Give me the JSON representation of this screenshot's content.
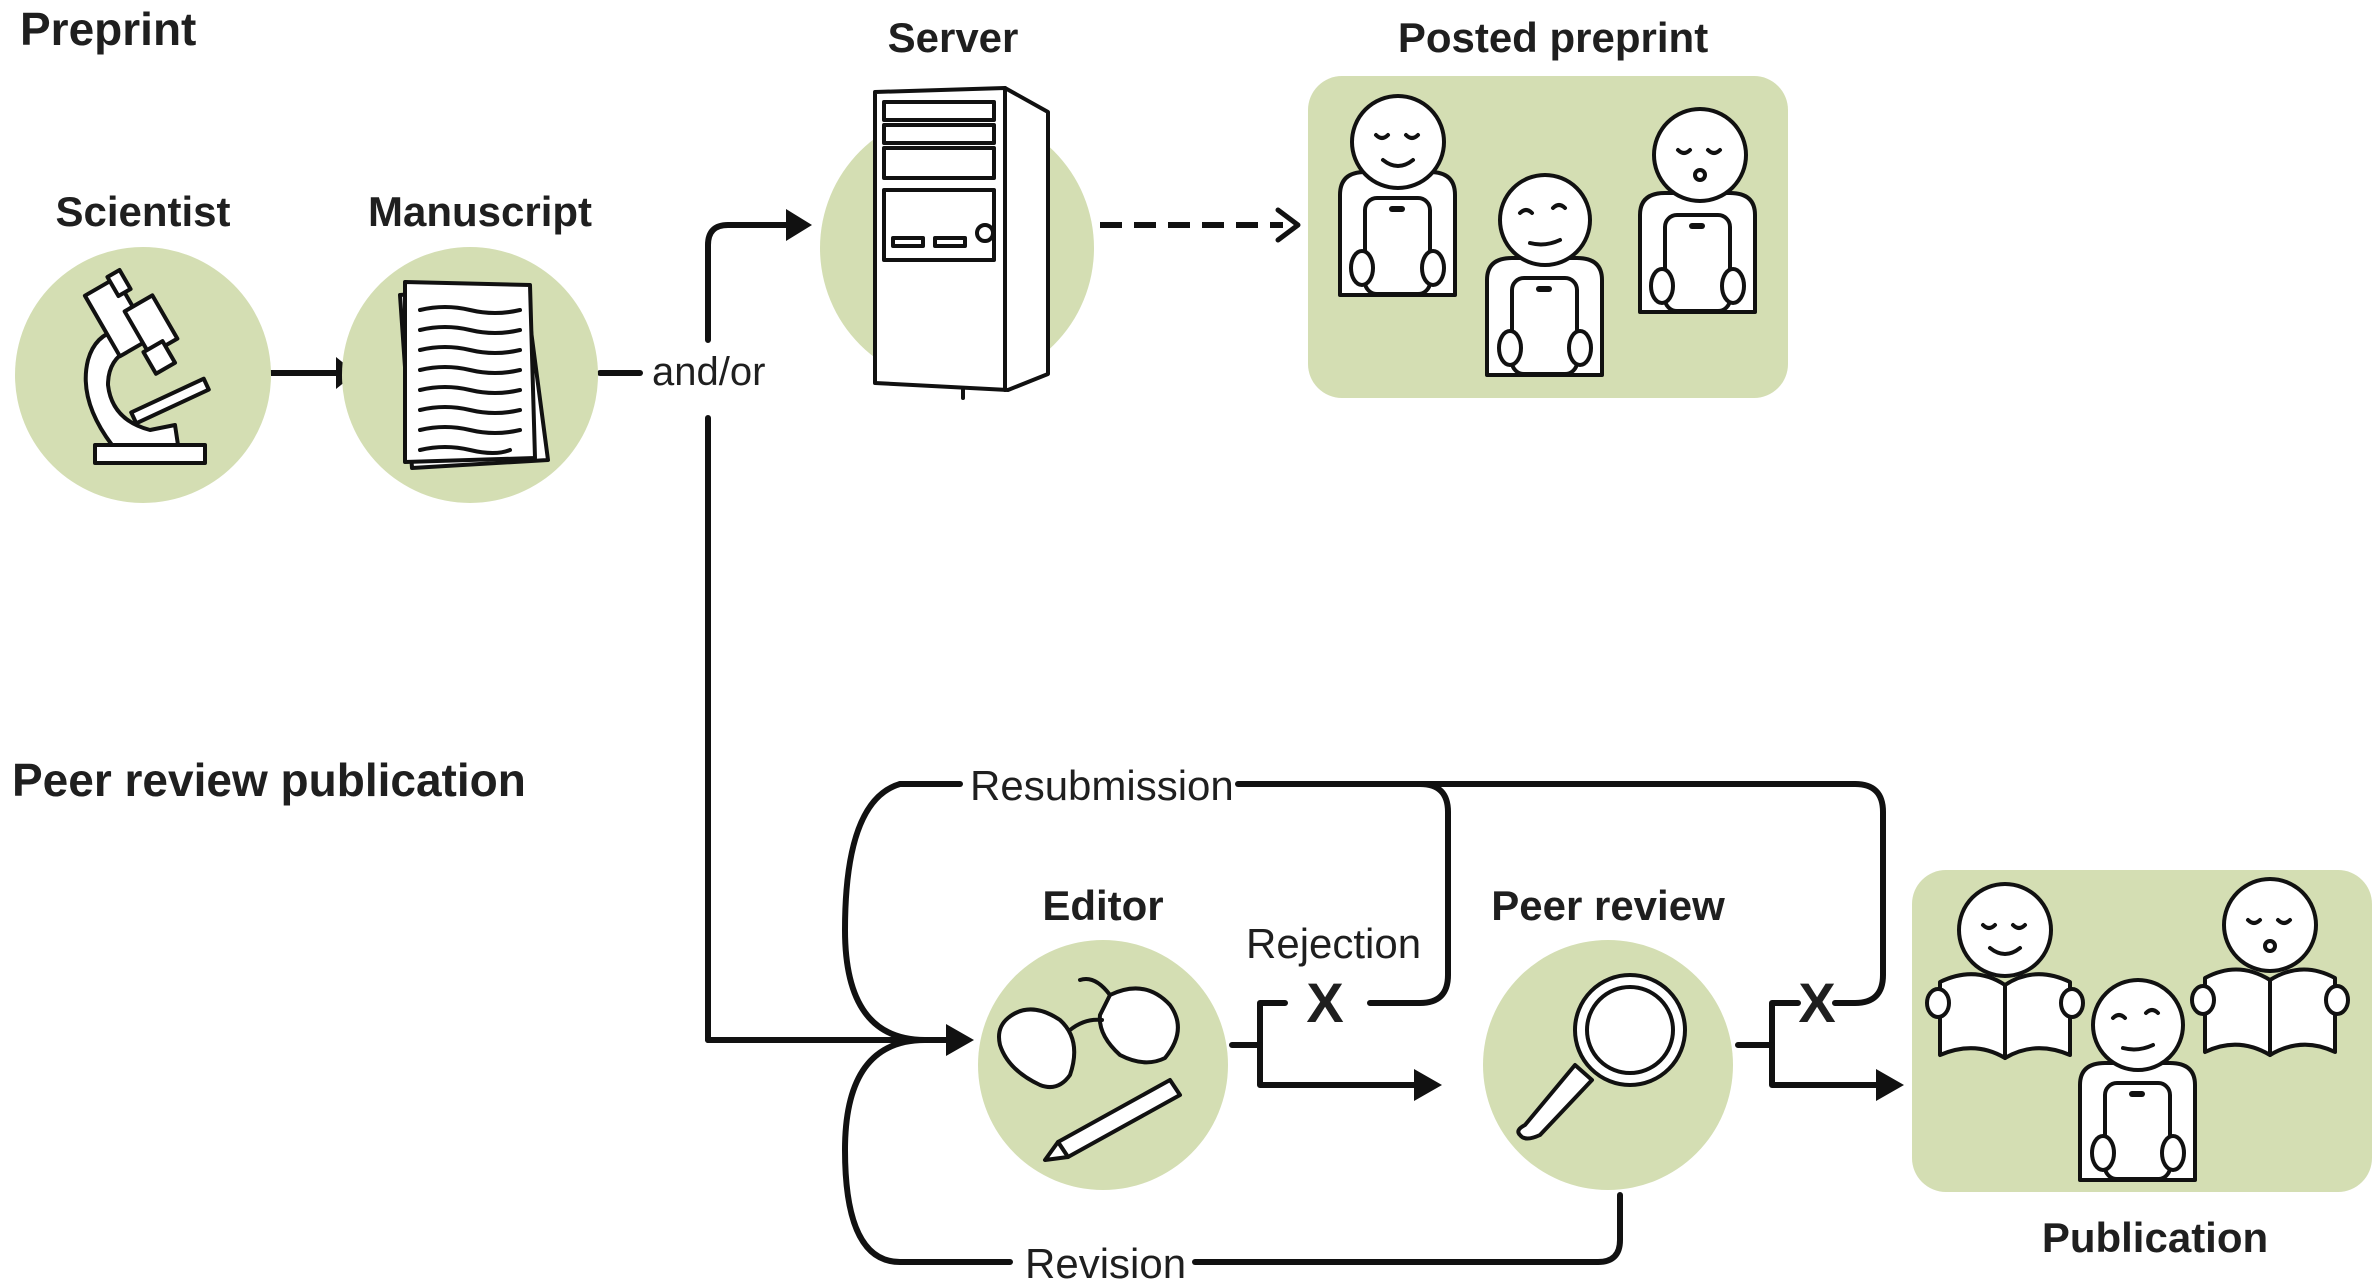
{
  "sections": {
    "preprint": "Preprint",
    "peer_review": "Peer review publication"
  },
  "nodes": {
    "scientist": "Scientist",
    "manuscript": "Manuscript",
    "server": "Server",
    "posted_preprint": "Posted preprint",
    "editor": "Editor",
    "peer_review": "Peer review",
    "publication": "Publication"
  },
  "flows": {
    "and_or": "and/or",
    "resubmission": "Resubmission",
    "rejection": "Rejection",
    "revision": "Revision",
    "reject_mark_1": "X",
    "reject_mark_2": "X"
  },
  "colors": {
    "node_fill": "#d4deb3",
    "line": "#111111"
  }
}
